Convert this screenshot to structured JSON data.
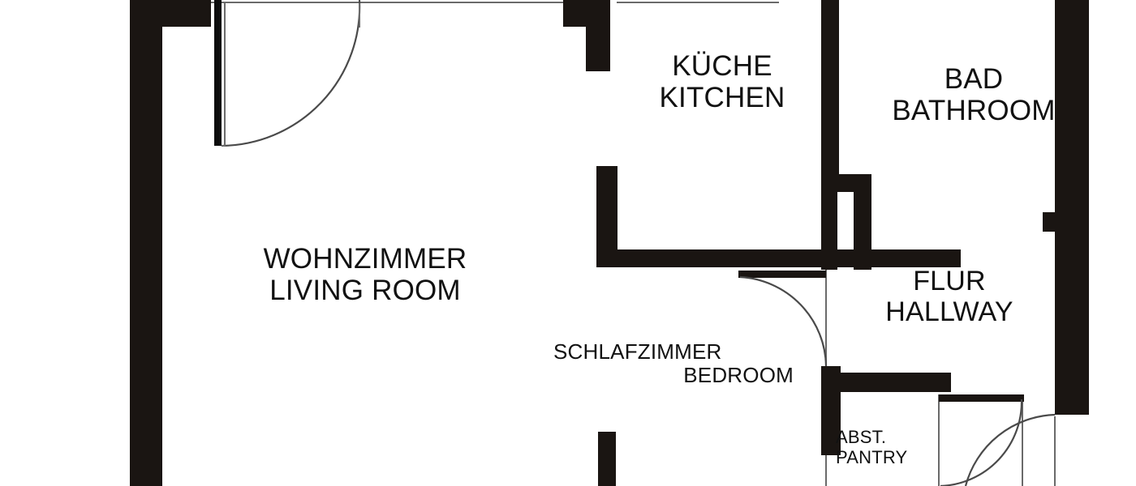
{
  "document": {
    "type": "floor-plan",
    "language_pairs": "German / English",
    "background_color": "#ffffff",
    "wall_color": "#1a1512",
    "line_color": "#555555"
  },
  "rooms": [
    {
      "id": "living-room",
      "name_de": "WOHNZIMMER",
      "name_en": "LIVING ROOM"
    },
    {
      "id": "kitchen",
      "name_de": "KÜCHE",
      "name_en": "KITCHEN"
    },
    {
      "id": "bathroom",
      "name_de": "BAD",
      "name_en": "BATHROOM"
    },
    {
      "id": "hallway",
      "name_de": "FLUR",
      "name_en": "HALLWAY"
    },
    {
      "id": "bedroom",
      "name_de": "SCHLAFZIMMER",
      "name_en": "BEDROOM"
    },
    {
      "id": "pantry",
      "name_de": "ABST.",
      "name_en": "PANTRY"
    }
  ],
  "doors": [
    {
      "id": "living-room-entry-door",
      "swing": "quarter-arc"
    },
    {
      "id": "bedroom-door",
      "swing": "quarter-arc"
    },
    {
      "id": "pantry-door",
      "swing": "quarter-arc"
    },
    {
      "id": "hallway-exterior-door",
      "swing": "quarter-arc"
    }
  ]
}
